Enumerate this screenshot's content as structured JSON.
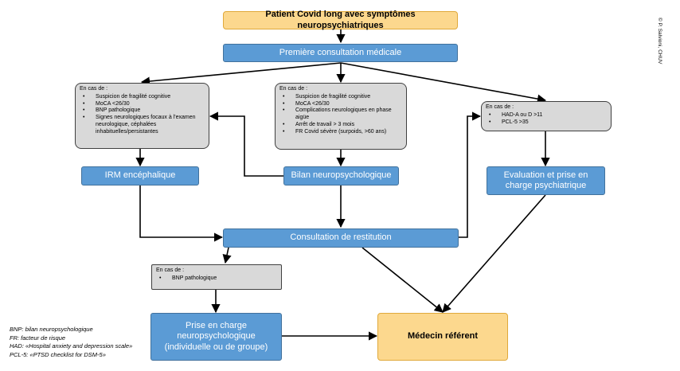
{
  "nodes": {
    "patient": "Patient Covid long avec symptômes neuropsychiatriques",
    "first_consult": "Première consultation médicale",
    "mri": "IRM encéphalique",
    "neuro_eval": "Bilan neuropsychologique",
    "psych_eval": "Evaluation et prise en charge psychiatrique",
    "restitution": "Consultation de restitution",
    "neuro_care": "Prise en charge neuropsychologique (individuelle ou de groupe)",
    "referent": "Médecin référent"
  },
  "conditions": {
    "left": {
      "heading": "En cas de :",
      "items": [
        "Suspicion de fragilité cognitive",
        "MoCA <26/30",
        "BNP pathologique",
        "Signes neurologiques focaux à l'examen neurologique, céphalées inhabituelles/persistantes"
      ]
    },
    "middle": {
      "heading": "En cas de :",
      "items": [
        "Suspicion de fragilité cognitive",
        "MoCA <26/30",
        "Complications neurologiques en phase aigüe",
        "Arrêt de travail > 3 mois",
        "FR Covid sévère (surpoids, >60 ans)"
      ]
    },
    "right": {
      "heading": "En cas de :",
      "items": [
        "HAD-A ou D >11",
        "PCL-5 >35"
      ]
    },
    "bottom": {
      "heading": "En cas de :",
      "items": [
        "BNP pathologique"
      ]
    }
  },
  "legend": [
    "BNP: bilan neuropsychologique",
    "FR: facteur de risque",
    "HAD: «Hospital anxiety and depression scale»",
    "PCL-5: «PTSD checklist for DSM-5»"
  ],
  "credit": "© P. Salvioni, CHUV",
  "colors": {
    "blue_box": "#5b9bd5",
    "orange_box": "#fcd88e",
    "gray_box": "#d9d9d9",
    "arrow": "#000000"
  }
}
